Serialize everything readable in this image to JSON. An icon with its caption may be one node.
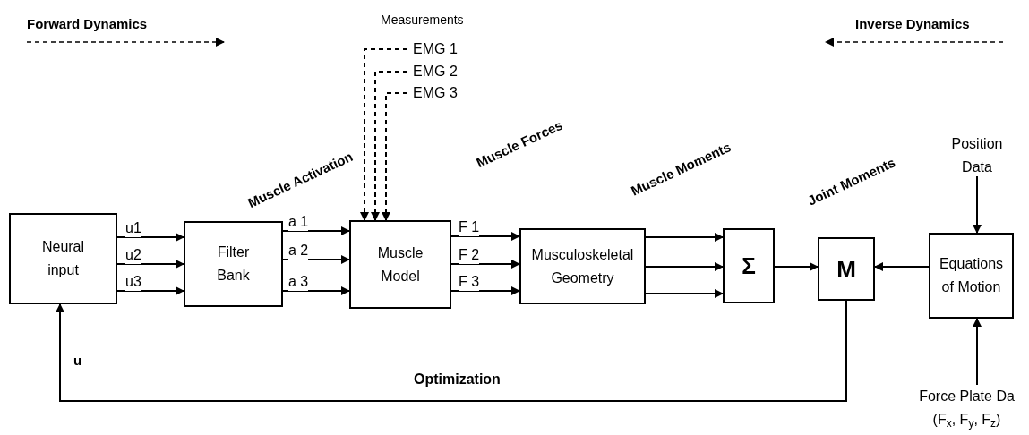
{
  "diagram": {
    "nodes": [
      {
        "text": [
          "Neural input"
        ]
      },
      {
        "text": [
          "Filter Bank"
        ]
      },
      {
        "text": [
          "Muscle Model"
        ]
      },
      {
        "text": [
          "Musculoskeletal Geometry"
        ]
      },
      {
        "text": [
          "Σ"
        ]
      },
      {
        "text": [
          "M"
        ]
      },
      {
        "text": [
          "Equations of Motion"
        ]
      },
      {
        "text": [
          "Position Data"
        ]
      },
      {
        "text": [
          "Force Plate Da",
          "(F$_{x}$, F$_{y}$, F$_{z}$)"
        ]
      },
      {
        "text": [
          "EMG 1"
        ]
      },
      {
        "text": [
          "EMG 2"
        ]
      },
      {
        "text": [
          "EMG 3"
        ]
      }
    ],
    "edges": [
      {
        "from": 0,
        "to": 1,
        "arrow": "to",
        "label": "u1"
      },
      {
        "from": 0,
        "to": 1,
        "arrow": "to",
        "label": "u2"
      },
      {
        "from": 0,
        "to": 1,
        "arrow": "to",
        "label": "u3"
      },
      {
        "from": 1,
        "to": 2,
        "arrow": "to",
        "label": "a 1"
      },
      {
        "from": 1,
        "to": 2,
        "arrow": "to",
        "label": "a 2"
      },
      {
        "from": 1,
        "to": 2,
        "arrow": "to",
        "label": "a 3"
      },
      {
        "from": 2,
        "to": 3,
        "arrow": "to",
        "label": "F 1"
      },
      {
        "from": 2,
        "to": 3,
        "arrow": "to",
        "label": "F 2"
      },
      {
        "from": 2,
        "to": 3,
        "arrow": "to",
        "label": "F 3"
      },
      {
        "from": 3,
        "to": 4,
        "arrow": "to"
      },
      {
        "from": 3,
        "to": 4,
        "arrow": "to"
      },
      {
        "from": 3,
        "to": 4,
        "arrow": "to"
      },
      {
        "from": 4,
        "to": 5,
        "arrow": "to"
      },
      {
        "from": 6,
        "to": 5,
        "arrow": "to"
      },
      {
        "from": 7,
        "to": 6,
        "arrow": "to"
      },
      {
        "from": 8,
        "to": 6,
        "arrow": "to"
      },
      {
        "from": 5,
        "to": 0,
        "arrow": "to",
        "label": "Optimization"
      },
      {
        "from": 9,
        "to": 2,
        "arrow": "to",
        "style": "dashed"
      },
      {
        "from": 10,
        "to": 2,
        "arrow": "to",
        "style": "dashed"
      },
      {
        "from": 11,
        "to": 2,
        "arrow": "to",
        "style": "dashed"
      }
    ],
    "labels": [
      "Forward Dynamics",
      "Inverse Dynamics",
      "Measurements",
      "Muscle Activation",
      "Muscle Forces",
      "Muscle Moments",
      "Joint Moments",
      "u"
    ]
  }
}
